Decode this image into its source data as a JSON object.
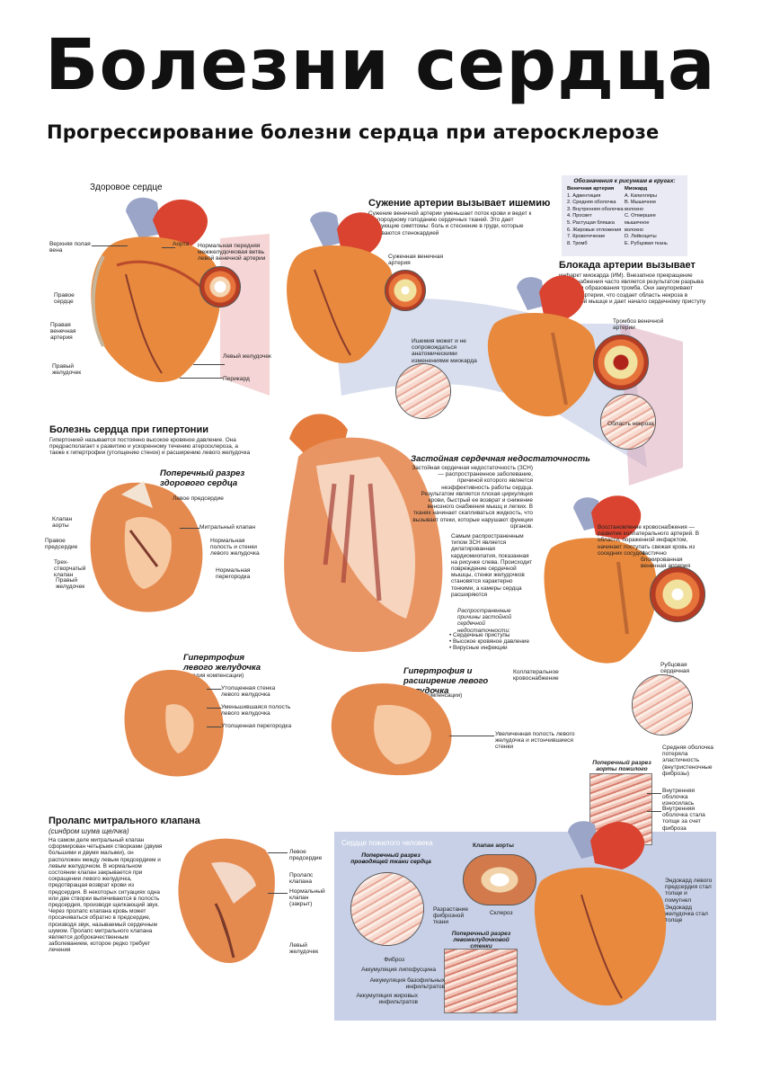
{
  "header": {
    "title": "Болезни сердца",
    "subtitle": "Прогрессирование болезни сердца при атеросклерозе"
  },
  "colors": {
    "accent": "#c0392b",
    "heart": "#e0753d",
    "vessel_blue": "#9aa7cc",
    "arrow": "#e8a3a8"
  },
  "healthy": {
    "title": "Здоровое сердце",
    "labels": {
      "svc": "Верхняя полая вена",
      "aorta": "Аорта",
      "lad": "Нормальная передняя межжелудочковая ветвь левой венечной артерии",
      "ra": "Правое сердце",
      "rca": "Правая венечная артерия",
      "rv": "Правый желудочек",
      "lv": "Левый желудочек",
      "peri": "Перикард"
    }
  },
  "narrowing": {
    "title": "Сужение артерии вызывает ишемию",
    "text": "Сужение венечной артерии уменьшает поток крови и ведет к кислородному голоданию сердечных тканей. Это дает следующие симптомы: боль и стеснение в груди, которые называются стенокардией",
    "label_narrow": "Суженная венечная артерия",
    "label_ischemia": "Ишемия может и не сопровождаться анатомическими изменениями миокарда"
  },
  "legend": {
    "title": "Обозначения к рисункам в кругах:",
    "col1_title": "Венечная артерия",
    "col1": [
      "1. Адвентиция",
      "2. Средняя оболочка",
      "3. Внутренняя оболочка",
      "4. Просвет",
      "5. Растущая бляшка",
      "6. Жировые отложения",
      "7. Кровотечение",
      "8. Тромб"
    ],
    "col2_title": "Миокард",
    "col2": [
      "A. Капилляры",
      "B. Мышечное",
      "волокно",
      "C. Отмершее",
      "мышечное",
      "волокно",
      "D. Лейкоциты",
      "E. Рубцовая ткань"
    ]
  },
  "blockage": {
    "title": "Блокада артерии вызывает",
    "text": "инфаркт миокарда (ИМ). Внезапное прекращение кровоснабжения часто является результатом разрыва бляшки и образования тромба. Они закупоривают просвет артерии, что создает область некроза в сердечной мышце и дает начало сердечному приступу",
    "label_thrombus": "Тромбоз венечной артерии",
    "label_necrosis": "Область некроза"
  },
  "hypertension": {
    "title": "Болезнь сердца при гипертонии",
    "text": "Гипертонией называется постоянно высокое кровяное давление. Она предрасполагает к развитию и ускоренному течению атеросклероза, а также к гипертрофии (утолщению стенок) и расширению левого желудочка",
    "section_title": "Поперечный разрез здорового сердца",
    "labels": {
      "la": "Левое предсердие",
      "aov": "Клапан аорты",
      "mv": "Митральный клапан",
      "ra": "Правое предсердие",
      "lvn": "Нормальная полость и стенки левого желудочка",
      "tv": "Трех-створчатый клапан",
      "sep": "Нормальная перегородка",
      "rv": "Правый желудочек"
    }
  },
  "chf": {
    "title": "Застойная сердечная недостаточность",
    "text1": "Застойная сердечная недостаточность (ЗСН) — распространенное заболевание, причиной которого является неэффективность работы сердца. Результатом является плохая циркуляция крови, быстрый ее возврат и снижение венозного снабжения мышц и легких. В тканях начинает скапливаться жидкость, что вызывает отеки, которые нарушают функции органов.",
    "text2": "Самым распространенным типом ЗСН является дилатированная кардиомиопатия, показанная на рисунке слева. Происходит повреждение сердечной мышцы, стенки желудочков становятся характерно тонкими, а камеры сердца расширяются",
    "causes_title": "Распространенные причины застойной сердечной недостаточности:",
    "causes": [
      "Сердечные приступы",
      "Высокое кровяное давление",
      "Вирусные инфекции"
    ]
  },
  "recovery": {
    "text": "Восстановление кровоснабжения — развитие коллатерального артерий. В области, пораженной инфарктом, начинает поступать свежая кровь из соседних сосудов",
    "label_partial": "Частично блокированная венечная артерия",
    "label_collateral": "Коллатеральное кровоснабжение",
    "label_scar": "Рубцовая сердечная ткань"
  },
  "lvh": {
    "title": "Гипертрофия левого желудочка",
    "stage": "(стадия компенсации)",
    "labels": [
      "Утолщенная стенка левого желудочка",
      "Уменьшившаяся полость левого желудочка",
      "Утолщенная перегородка"
    ]
  },
  "lvh_dil": {
    "title": "Гипертрофия и расширение левого желудочка",
    "stage": "(стадия компенсации)",
    "label": "Увеличенная полость левого желудочка и истончившиеся стенки"
  },
  "mvp": {
    "title": "Пролапс митрального клапана",
    "subtitle": "(синдром шума щелчка)",
    "text": "На самом деле митральный клапан сформирован четырьмя створками (двумя большими и двумя малыми), он расположен между левым предсердием и левым желудочком. В нормальном состоянии клапан закрывается при сокращении левого желудочка, предотвращая возврат крови из предсердия. В некоторых ситуациях одна или две створки выпячиваются в полость предсердия, производя щелкающий звук. Через пролапс клапана кровь может просачиваться обратно в предсердие, производя звук, называемый сердечным шумом. Пролапс митрального клапана является доброкачественным заболеванием, которое редко требует лечения",
    "labels": [
      "Левое предсердие",
      "Пролапс клапана",
      "Нормальный клапан (закрыт)",
      "Левый желудочек"
    ]
  },
  "elderly": {
    "title": "Сердце пожилого человека",
    "aorta_section": "Поперечный разрез аорты пожилого человека",
    "aorta_labels": [
      "Средняя оболочка потеряла эластичность (внутристеночные фиброзы)",
      "Внутренняя оболочка износилась",
      "Внутренняя оболочка стала толще за счет фиброза"
    ],
    "valve": "Клапан аорты",
    "sclerosis": "Склероз",
    "conduct": "Поперечный разрез проводящей ткани сердца",
    "fibrous": "Разрастание фиброзной ткани",
    "lv_section": "Поперечный разрез левожелудочковой стенки",
    "lv_labels": [
      "Фиброз",
      "Аккумуляция липофусцина",
      "Аккумуляция базофильных инфильтратов",
      "Аккумуляция жировых инфильтратов"
    ],
    "right_labels": [
      "Эндокард левого предсердия стал толще и помутнел",
      "Эндокард желудочка стал толще"
    ]
  }
}
